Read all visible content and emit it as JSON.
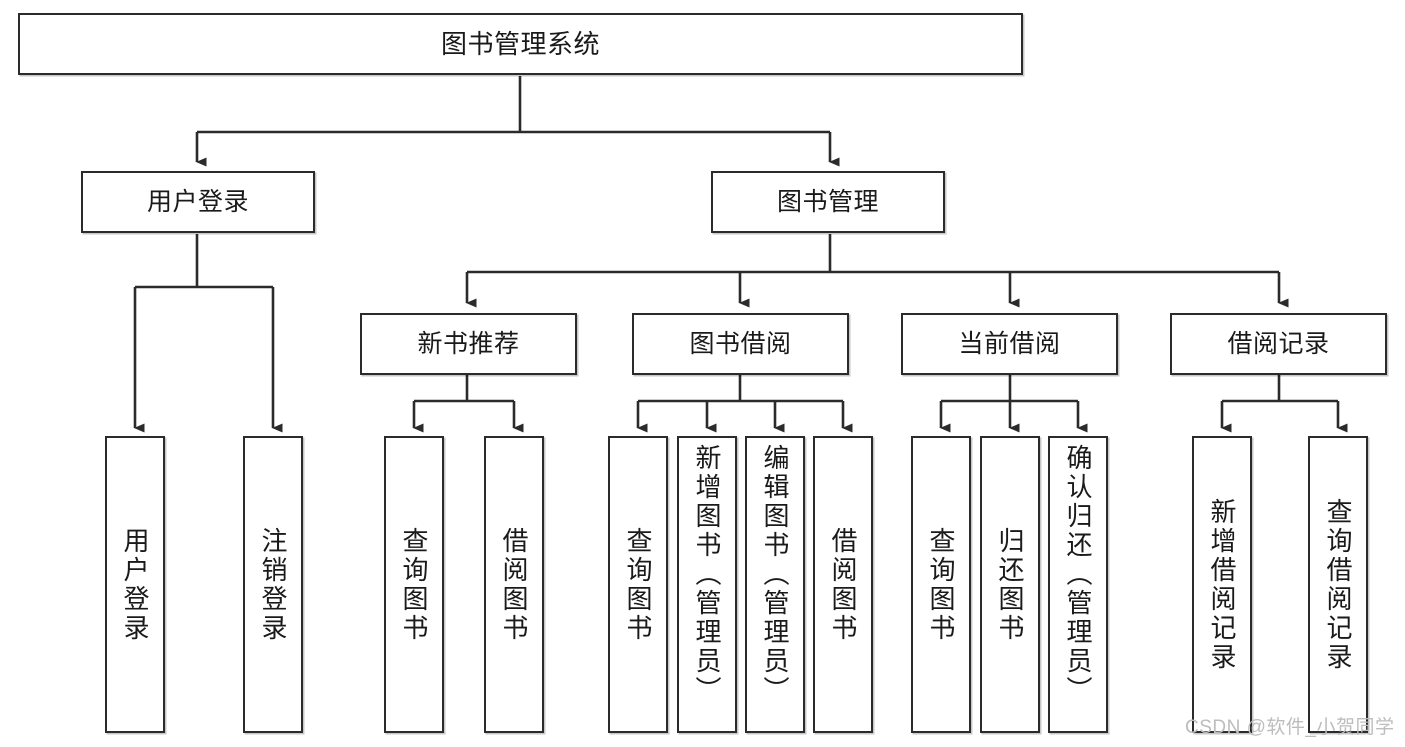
{
  "diagram": {
    "title": "图书管理系统",
    "type": "tree-hierarchy-chart",
    "colors": {
      "box_border": "#2b2b2b",
      "box_fill": "#ffffff",
      "connector": "#2b2b2b",
      "text": "#1a1a1a",
      "watermark": "#bdbdbd"
    },
    "nodes": {
      "root": {
        "label": "图书管理系统"
      },
      "level2": [
        {
          "id": "user-login",
          "label": "用户登录"
        },
        {
          "id": "book-management",
          "label": "图书管理"
        }
      ],
      "level3": [
        {
          "id": "new-book-recommend",
          "label": "新书推荐"
        },
        {
          "id": "book-borrow",
          "label": "图书借阅"
        },
        {
          "id": "current-borrow",
          "label": "当前借阅"
        },
        {
          "id": "borrow-record",
          "label": "借阅记录"
        }
      ],
      "leaves": {
        "user_login": [
          {
            "id": "leaf-user-login",
            "label": "用户登录"
          },
          {
            "id": "leaf-logout",
            "label": "注销登录"
          }
        ],
        "new_book_recommend": [
          {
            "id": "leaf-query-book-1",
            "label": "查询图书"
          },
          {
            "id": "leaf-borrow-book-1",
            "label": "借阅图书"
          }
        ],
        "book_borrow": [
          {
            "id": "leaf-query-book-2",
            "label": "查询图书"
          },
          {
            "id": "leaf-add-book",
            "label": "新增图书（管理员）"
          },
          {
            "id": "leaf-edit-book",
            "label": "编辑图书（管理员）"
          },
          {
            "id": "leaf-borrow-book-2",
            "label": "借阅图书"
          }
        ],
        "current_borrow": [
          {
            "id": "leaf-query-book-3",
            "label": "查询图书"
          },
          {
            "id": "leaf-return-book",
            "label": "归还图书"
          },
          {
            "id": "leaf-confirm-return",
            "label": "确认归还（管理员）"
          }
        ],
        "borrow_record": [
          {
            "id": "leaf-add-record",
            "label": "新增借阅记录"
          },
          {
            "id": "leaf-query-record",
            "label": "查询借阅记录"
          }
        ]
      }
    },
    "watermark": "CSDN @软件_小贺同学"
  }
}
